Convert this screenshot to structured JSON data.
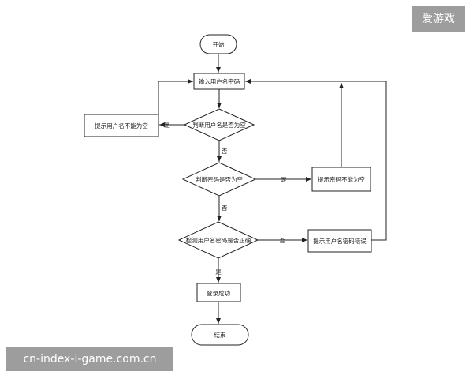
{
  "nodes": {
    "start": "开始",
    "input": "输入用户名密码",
    "check_user_empty": "判断用户名是否为空",
    "msg_user_empty": "提示用户名不能为空",
    "check_pwd_empty": "判断密码是否为空",
    "msg_pwd_empty": "提示密码不能为空",
    "verify": "检测用户名密码是否正确",
    "msg_wrong": "提示用户名密码错误",
    "success": "登录成功",
    "end": "结束"
  },
  "edges": {
    "yes1": "是",
    "no1": "否",
    "yes2": "是",
    "no2": "否",
    "no3": "否",
    "yes3": "是"
  },
  "watermarks": {
    "top": "爱游戏",
    "bottom": "cn-index-i-game.com.cn"
  }
}
